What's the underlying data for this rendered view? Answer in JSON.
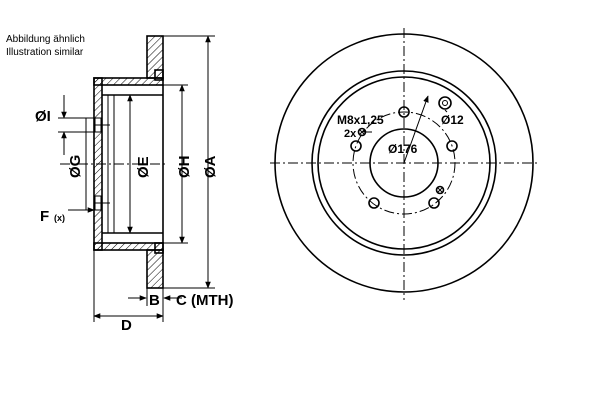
{
  "notes": {
    "line1": "Abbildung ähnlich",
    "line2": "Illustration similar"
  },
  "side_view": {
    "dim_I": "ØI",
    "dim_G": "ØG",
    "dim_E": "ØE",
    "dim_H": "ØH",
    "dim_A": "ØA",
    "dim_F": "F",
    "dim_F_suffix": "(x)",
    "dim_B": "B",
    "dim_C": "C (MTH)",
    "dim_D": "D"
  },
  "front_view": {
    "thread_label": "M8x1,25",
    "thread_count": "2x",
    "hole_label": "Ø12",
    "center_label": "Ø176"
  }
}
